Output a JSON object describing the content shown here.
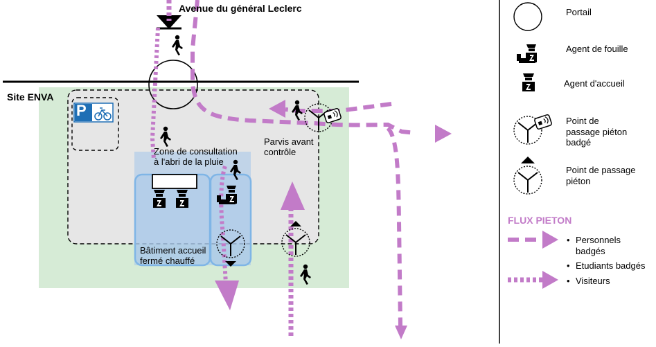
{
  "street": {
    "name": "Avenue du général Leclerc"
  },
  "site": {
    "name": "Site ENVA"
  },
  "zones": {
    "parvis": "Parvis avant contrôle",
    "consultation": "Zone de consultation à l'abri de la pluie",
    "batiment": "Bâtiment accueil fermé chauffé"
  },
  "parking": {
    "letter": "P"
  },
  "legend": {
    "portail": "Portail",
    "agent_fouille": "Agent de fouille",
    "agent_accueil": "Agent d'accueil",
    "point_badge": "Point de passage piéton badgé",
    "point_pieton": "Point de passage piéton"
  },
  "flux": {
    "title": "FLUX PIETON",
    "items": [
      {
        "label": "Personnels badgés"
      },
      {
        "label": "Etudiants badgés"
      },
      {
        "label": "Visiteurs"
      }
    ],
    "bullet": "•"
  },
  "colors": {
    "site_green": "#d6ebd6",
    "parvis_grey": "#e6e6e6",
    "building_blue": "#a9c8ea",
    "building_border": "#7fb5e6",
    "flow_purple": "#c27bc8",
    "parking_blue": "#1f6fb5"
  },
  "icons": [
    "portal-circle-icon",
    "pedestrian-icon",
    "security-guard-icon",
    "reception-agent-icon",
    "badge-turnstile-icon",
    "pedestrian-turnstile-icon",
    "bicycle-icon",
    "parking-sign-icon"
  ]
}
